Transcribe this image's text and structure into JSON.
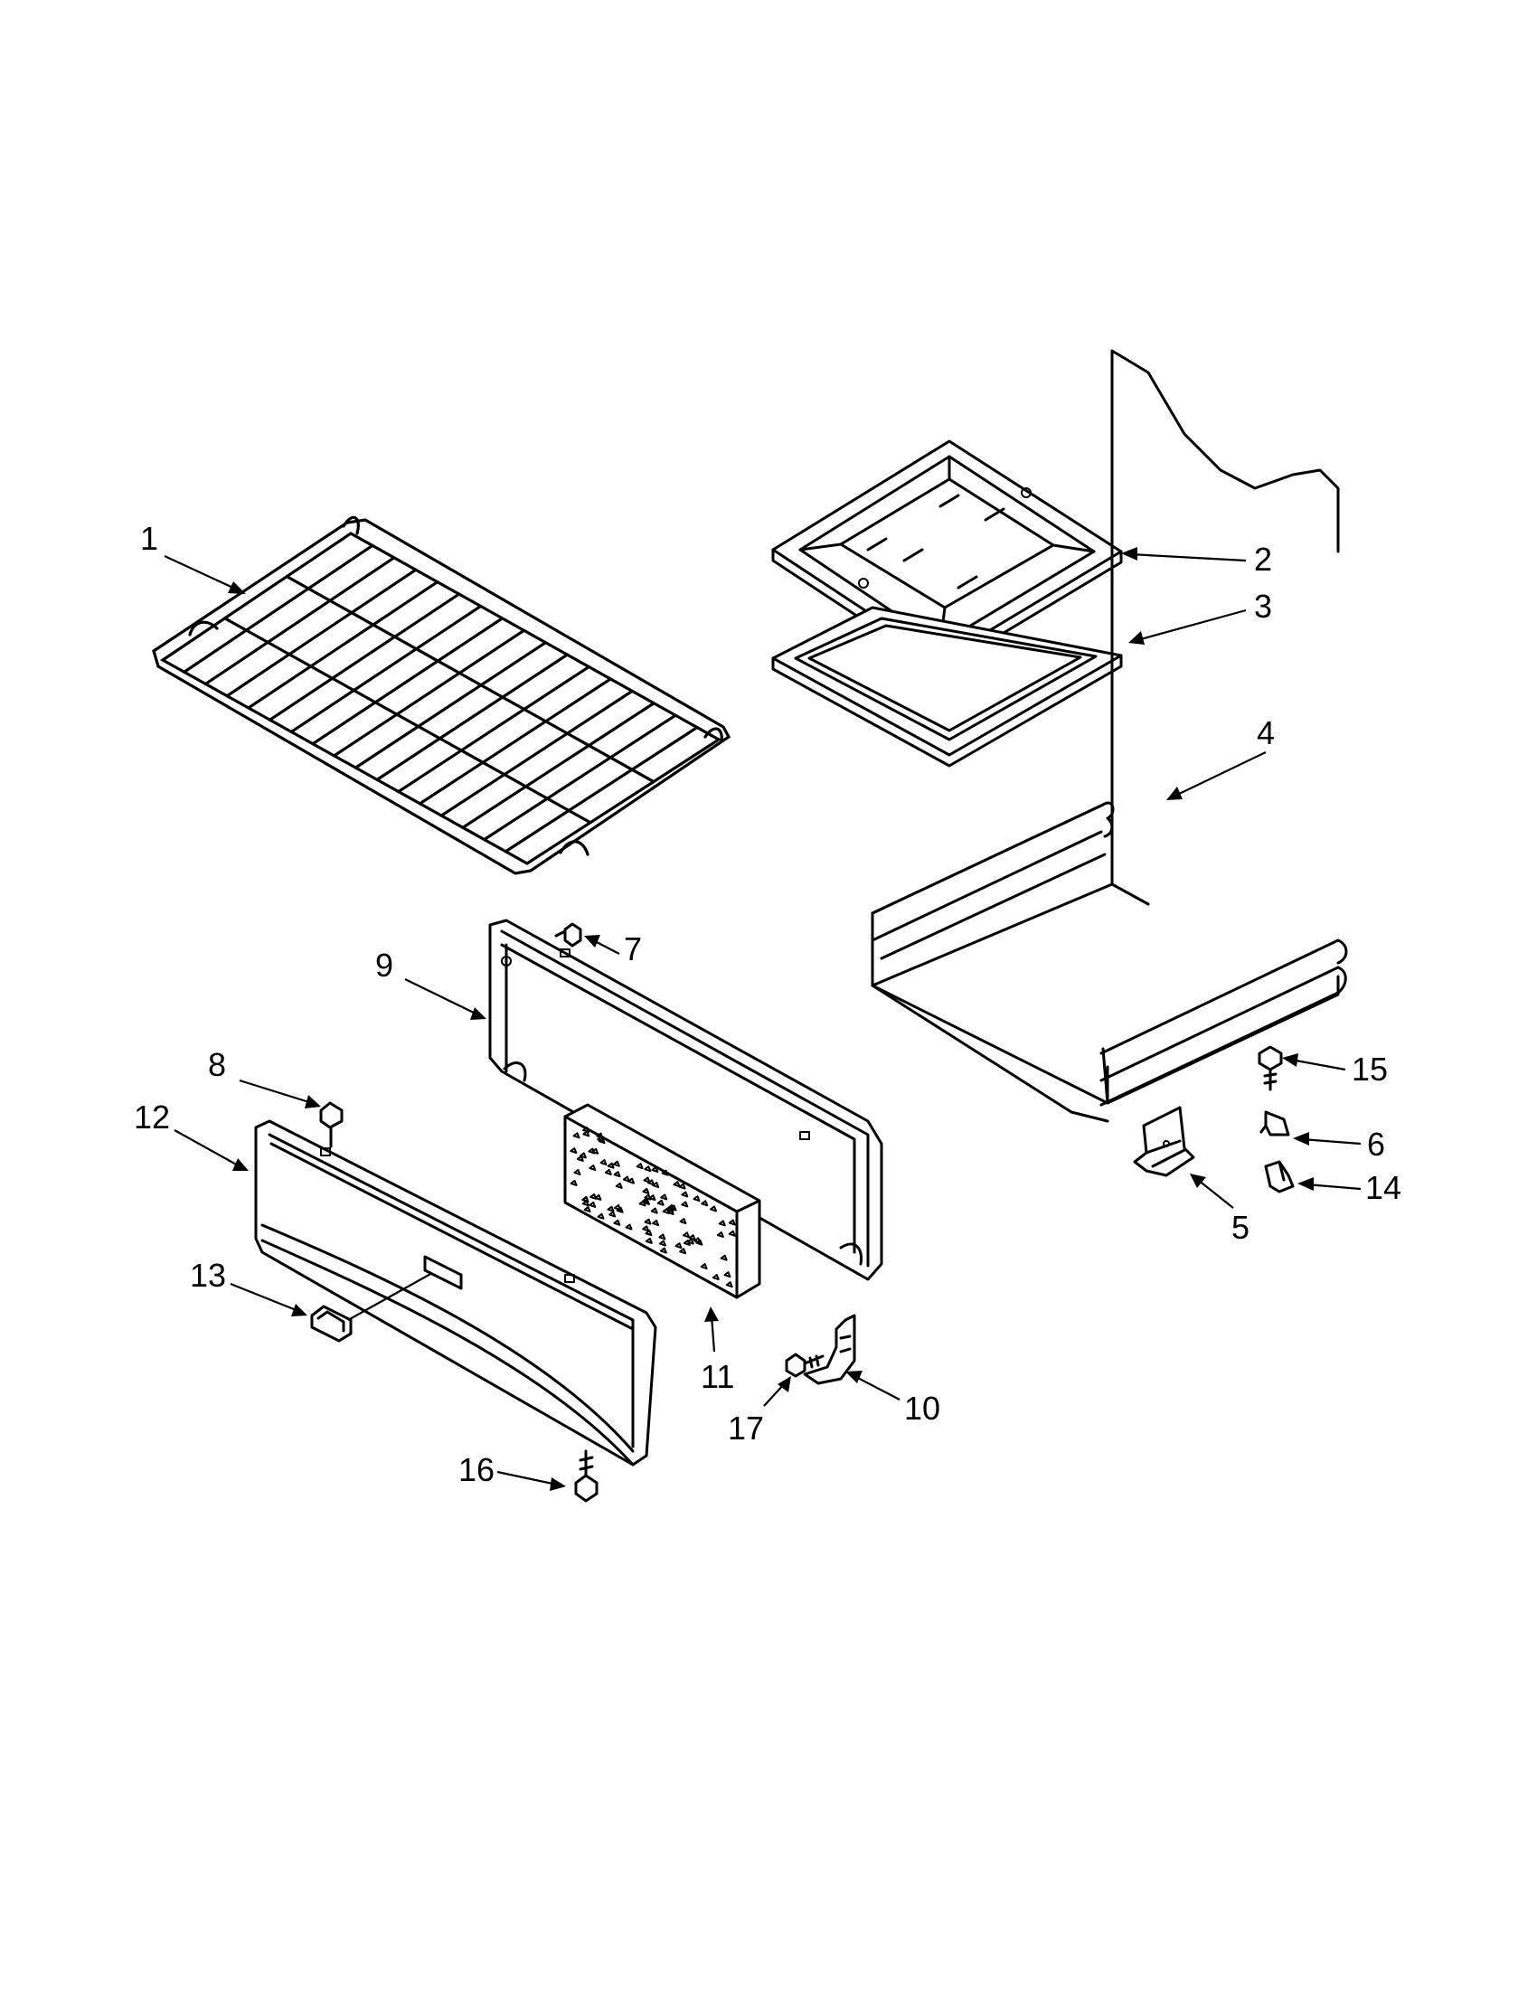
{
  "diagram": {
    "callouts": [
      {
        "id": "1",
        "text": "1"
      },
      {
        "id": "2",
        "text": "2"
      },
      {
        "id": "3",
        "text": "3"
      },
      {
        "id": "4",
        "text": "4"
      },
      {
        "id": "5",
        "text": "5"
      },
      {
        "id": "6",
        "text": "6"
      },
      {
        "id": "7",
        "text": "7"
      },
      {
        "id": "8",
        "text": "8"
      },
      {
        "id": "9",
        "text": "9"
      },
      {
        "id": "10",
        "text": "10"
      },
      {
        "id": "11",
        "text": "11"
      },
      {
        "id": "12",
        "text": "12"
      },
      {
        "id": "13",
        "text": "13"
      },
      {
        "id": "14",
        "text": "14"
      },
      {
        "id": "15",
        "text": "15"
      },
      {
        "id": "16",
        "text": "16"
      },
      {
        "id": "17",
        "text": "17"
      }
    ]
  }
}
